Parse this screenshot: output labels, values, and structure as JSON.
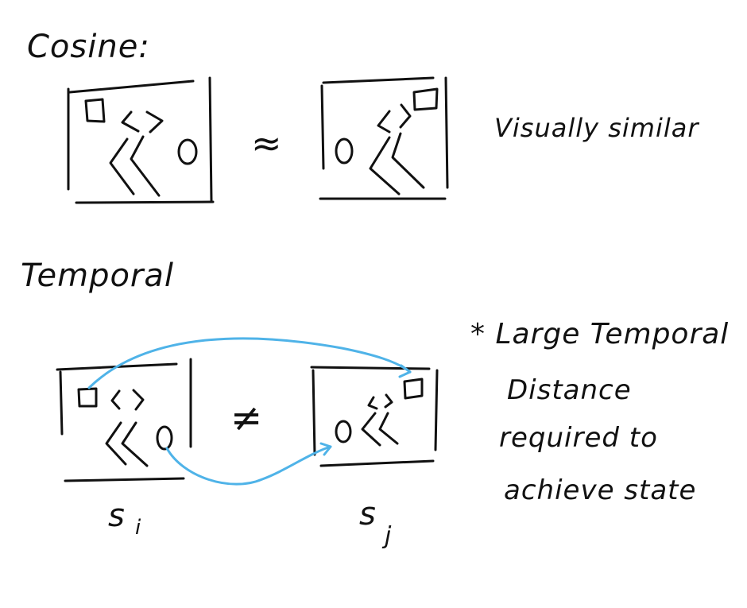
{
  "colors": {
    "ink": "#111111",
    "arrow": "#4fb3e8",
    "background": "#ffffff"
  },
  "cosine_section": {
    "heading": "Cosine:",
    "relation_symbol": "≈",
    "note": "Visually similar"
  },
  "temporal_section": {
    "heading": "Temporal",
    "relation_symbol": "≠",
    "left_frame_label": "s",
    "left_frame_subscript": "i",
    "right_frame_label": "s",
    "right_frame_subscript": "j",
    "note_lines": [
      "* Large Temporal",
      "Distance",
      "required to",
      "achieve state"
    ]
  }
}
